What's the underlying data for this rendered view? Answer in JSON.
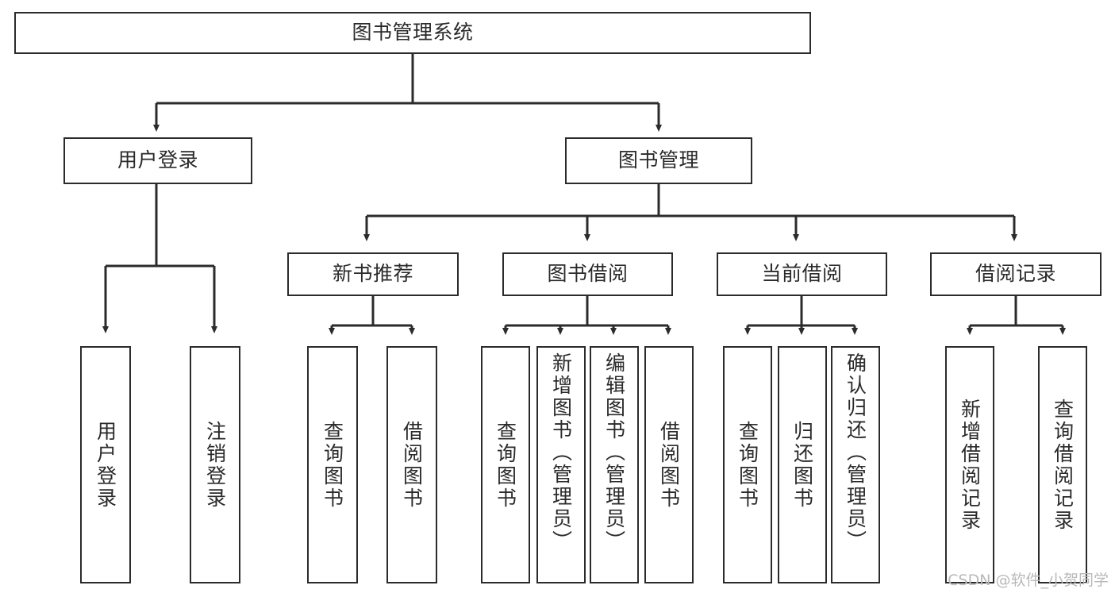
{
  "diagram": {
    "type": "hierarchy-tree",
    "title": "图书管理系统",
    "watermark": "CSDN @软件_小贺同学",
    "colors": {
      "stroke": "#2b2b2b",
      "fill": "#ffffff",
      "text": "#2a2a2a",
      "watermark": "#b9b9b9"
    },
    "nodes": {
      "root": {
        "label": "图书管理系统",
        "level": 1
      },
      "user_login": {
        "label": "用户登录",
        "level": 2
      },
      "book_manage": {
        "label": "图书管理",
        "level": 2
      },
      "new_book_rec": {
        "label": "新书推荐",
        "level": 3
      },
      "book_borrow": {
        "label": "图书借阅",
        "level": 3
      },
      "current_borrow": {
        "label": "当前借阅",
        "level": 3
      },
      "borrow_record": {
        "label": "借阅记录",
        "level": 3
      },
      "leaf_user_login": {
        "label": "用户登录",
        "level": 4
      },
      "leaf_logout": {
        "label": "注销登录",
        "level": 4
      },
      "leaf_query_book_1": {
        "label": "查询图书",
        "level": 4
      },
      "leaf_borrow_book_1": {
        "label": "借阅图书",
        "level": 4
      },
      "leaf_query_book_2": {
        "label": "查询图书",
        "level": 4
      },
      "leaf_add_book": {
        "label": "新增图书（管理员）",
        "level": 4
      },
      "leaf_edit_book": {
        "label": "编辑图书（管理员）",
        "level": 4
      },
      "leaf_borrow_book_2": {
        "label": "借阅图书",
        "level": 4
      },
      "leaf_query_book_3": {
        "label": "查询图书",
        "level": 4
      },
      "leaf_return_book": {
        "label": "归还图书",
        "level": 4
      },
      "leaf_confirm_return": {
        "label": "确认归还（管理员）",
        "level": 4
      },
      "leaf_add_record": {
        "label": "新增借阅记录",
        "level": 4
      },
      "leaf_query_record": {
        "label": "查询借阅记录",
        "level": 4
      }
    },
    "edges": [
      {
        "from": "root",
        "to": "user_login"
      },
      {
        "from": "root",
        "to": "book_manage"
      },
      {
        "from": "book_manage",
        "to": "new_book_rec"
      },
      {
        "from": "book_manage",
        "to": "book_borrow"
      },
      {
        "from": "book_manage",
        "to": "current_borrow"
      },
      {
        "from": "book_manage",
        "to": "borrow_record"
      },
      {
        "from": "user_login",
        "to": "leaf_user_login"
      },
      {
        "from": "user_login",
        "to": "leaf_logout"
      },
      {
        "from": "new_book_rec",
        "to": "leaf_query_book_1"
      },
      {
        "from": "new_book_rec",
        "to": "leaf_borrow_book_1"
      },
      {
        "from": "book_borrow",
        "to": "leaf_query_book_2"
      },
      {
        "from": "book_borrow",
        "to": "leaf_add_book"
      },
      {
        "from": "book_borrow",
        "to": "leaf_edit_book"
      },
      {
        "from": "book_borrow",
        "to": "leaf_borrow_book_2"
      },
      {
        "from": "current_borrow",
        "to": "leaf_query_book_3"
      },
      {
        "from": "current_borrow",
        "to": "leaf_return_book"
      },
      {
        "from": "current_borrow",
        "to": "leaf_confirm_return"
      },
      {
        "from": "borrow_record",
        "to": "leaf_add_record"
      },
      {
        "from": "borrow_record",
        "to": "leaf_query_record"
      }
    ]
  }
}
